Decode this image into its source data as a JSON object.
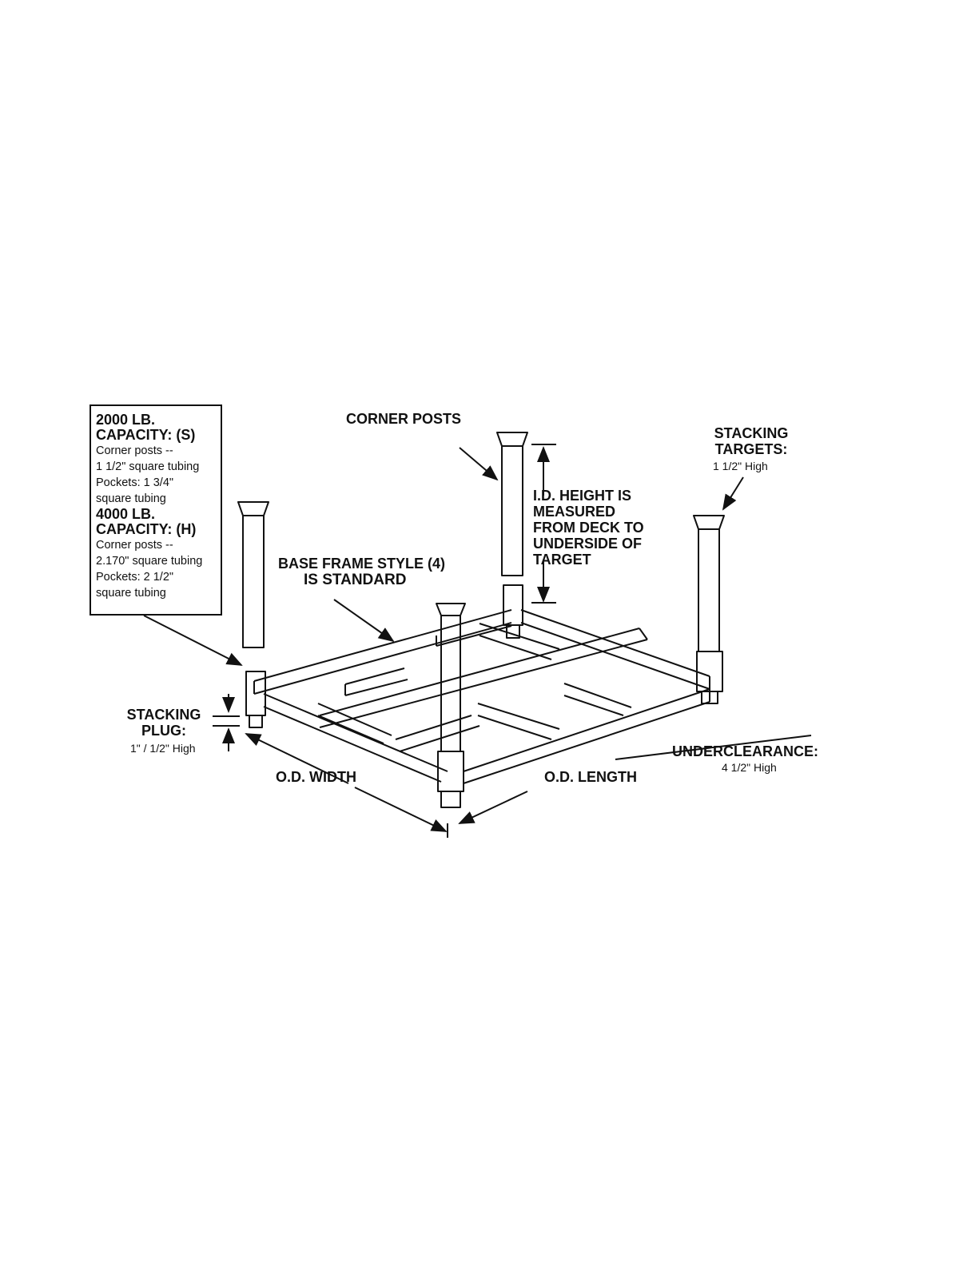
{
  "capacity_box": {
    "s_title_1": "2000 LB.",
    "s_title_2": "CAPACITY: (S)",
    "s_lines": [
      "Corner posts --",
      "1 1/2\" square tubing",
      "Pockets:  1 3/4\"",
      "square tubing"
    ],
    "h_title_1": "4000 LB.",
    "h_title_2": "CAPACITY: (H)",
    "h_lines": [
      "Corner posts --",
      "2.170\" square tubing",
      "Pockets:  2 1/2\"",
      "square tubing"
    ]
  },
  "labels": {
    "corner_posts": "CORNER POSTS",
    "stacking_targets_1": "STACKING",
    "stacking_targets_2": "TARGETS:",
    "stacking_targets_sub": "1 1/2\" High",
    "id_height": [
      "I.D. HEIGHT IS",
      "MEASURED",
      "FROM DECK TO",
      "UNDERSIDE OF",
      "TARGET"
    ],
    "base_frame_1": "BASE FRAME STYLE (4)",
    "base_frame_2": "IS STANDARD",
    "stacking_plug_1": "STACKING",
    "stacking_plug_2": "PLUG:",
    "stacking_plug_sub": "1\" / 1/2\" High",
    "od_width": "O.D. WIDTH",
    "od_length": "O.D. LENGTH",
    "underclearance": "UNDERCLEARANCE:",
    "underclearance_sub": "4 1/2\" High"
  }
}
